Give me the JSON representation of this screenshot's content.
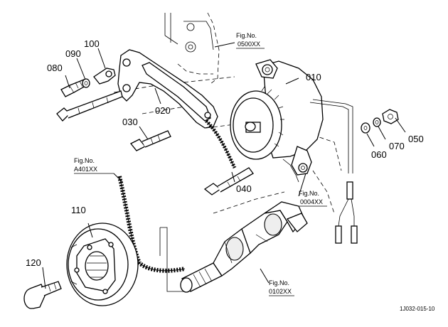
{
  "parts": {
    "p010": "010",
    "p020": "020",
    "p030": "030",
    "p040": "040",
    "p050": "050",
    "p060": "060",
    "p070": "070",
    "p080": "080",
    "p090": "090",
    "p100": "100",
    "p110": "110",
    "p120": "120"
  },
  "fig_refs": {
    "fig0500": {
      "label": "Fig.No.",
      "code": "0500XX"
    },
    "figA401": {
      "label": "Fig.No.",
      "code": "A401XX"
    },
    "fig0004": {
      "label": "Fig.No.",
      "code": "0004XX"
    },
    "fig0102": {
      "label": "Fig.No.",
      "code": "0102XX"
    }
  },
  "drawing_code": "1J032-015-10"
}
